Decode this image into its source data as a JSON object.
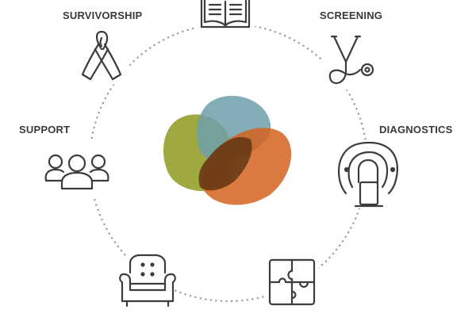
{
  "labels": {
    "survivorship": "SURVIVORSHIP",
    "screening": "SCREENING",
    "support": "SUPPORT",
    "diagnostics": "DIAGNOSTICS"
  },
  "icons": {
    "top": "open-book-icon",
    "top_right": "stethoscope-icon",
    "right": "mri-scanner-icon",
    "bottom_right": "puzzle-icon",
    "bottom_left": "armchair-icon",
    "left": "people-group-icon",
    "top_left": "ribbon-icon"
  },
  "colors": {
    "stroke": "#3c3c3c",
    "dots": "#9a9a9a",
    "olive": "#8f9a1f",
    "teal": "#6ea0aa",
    "orange": "#d4621f",
    "overlap": "#5a3314"
  }
}
